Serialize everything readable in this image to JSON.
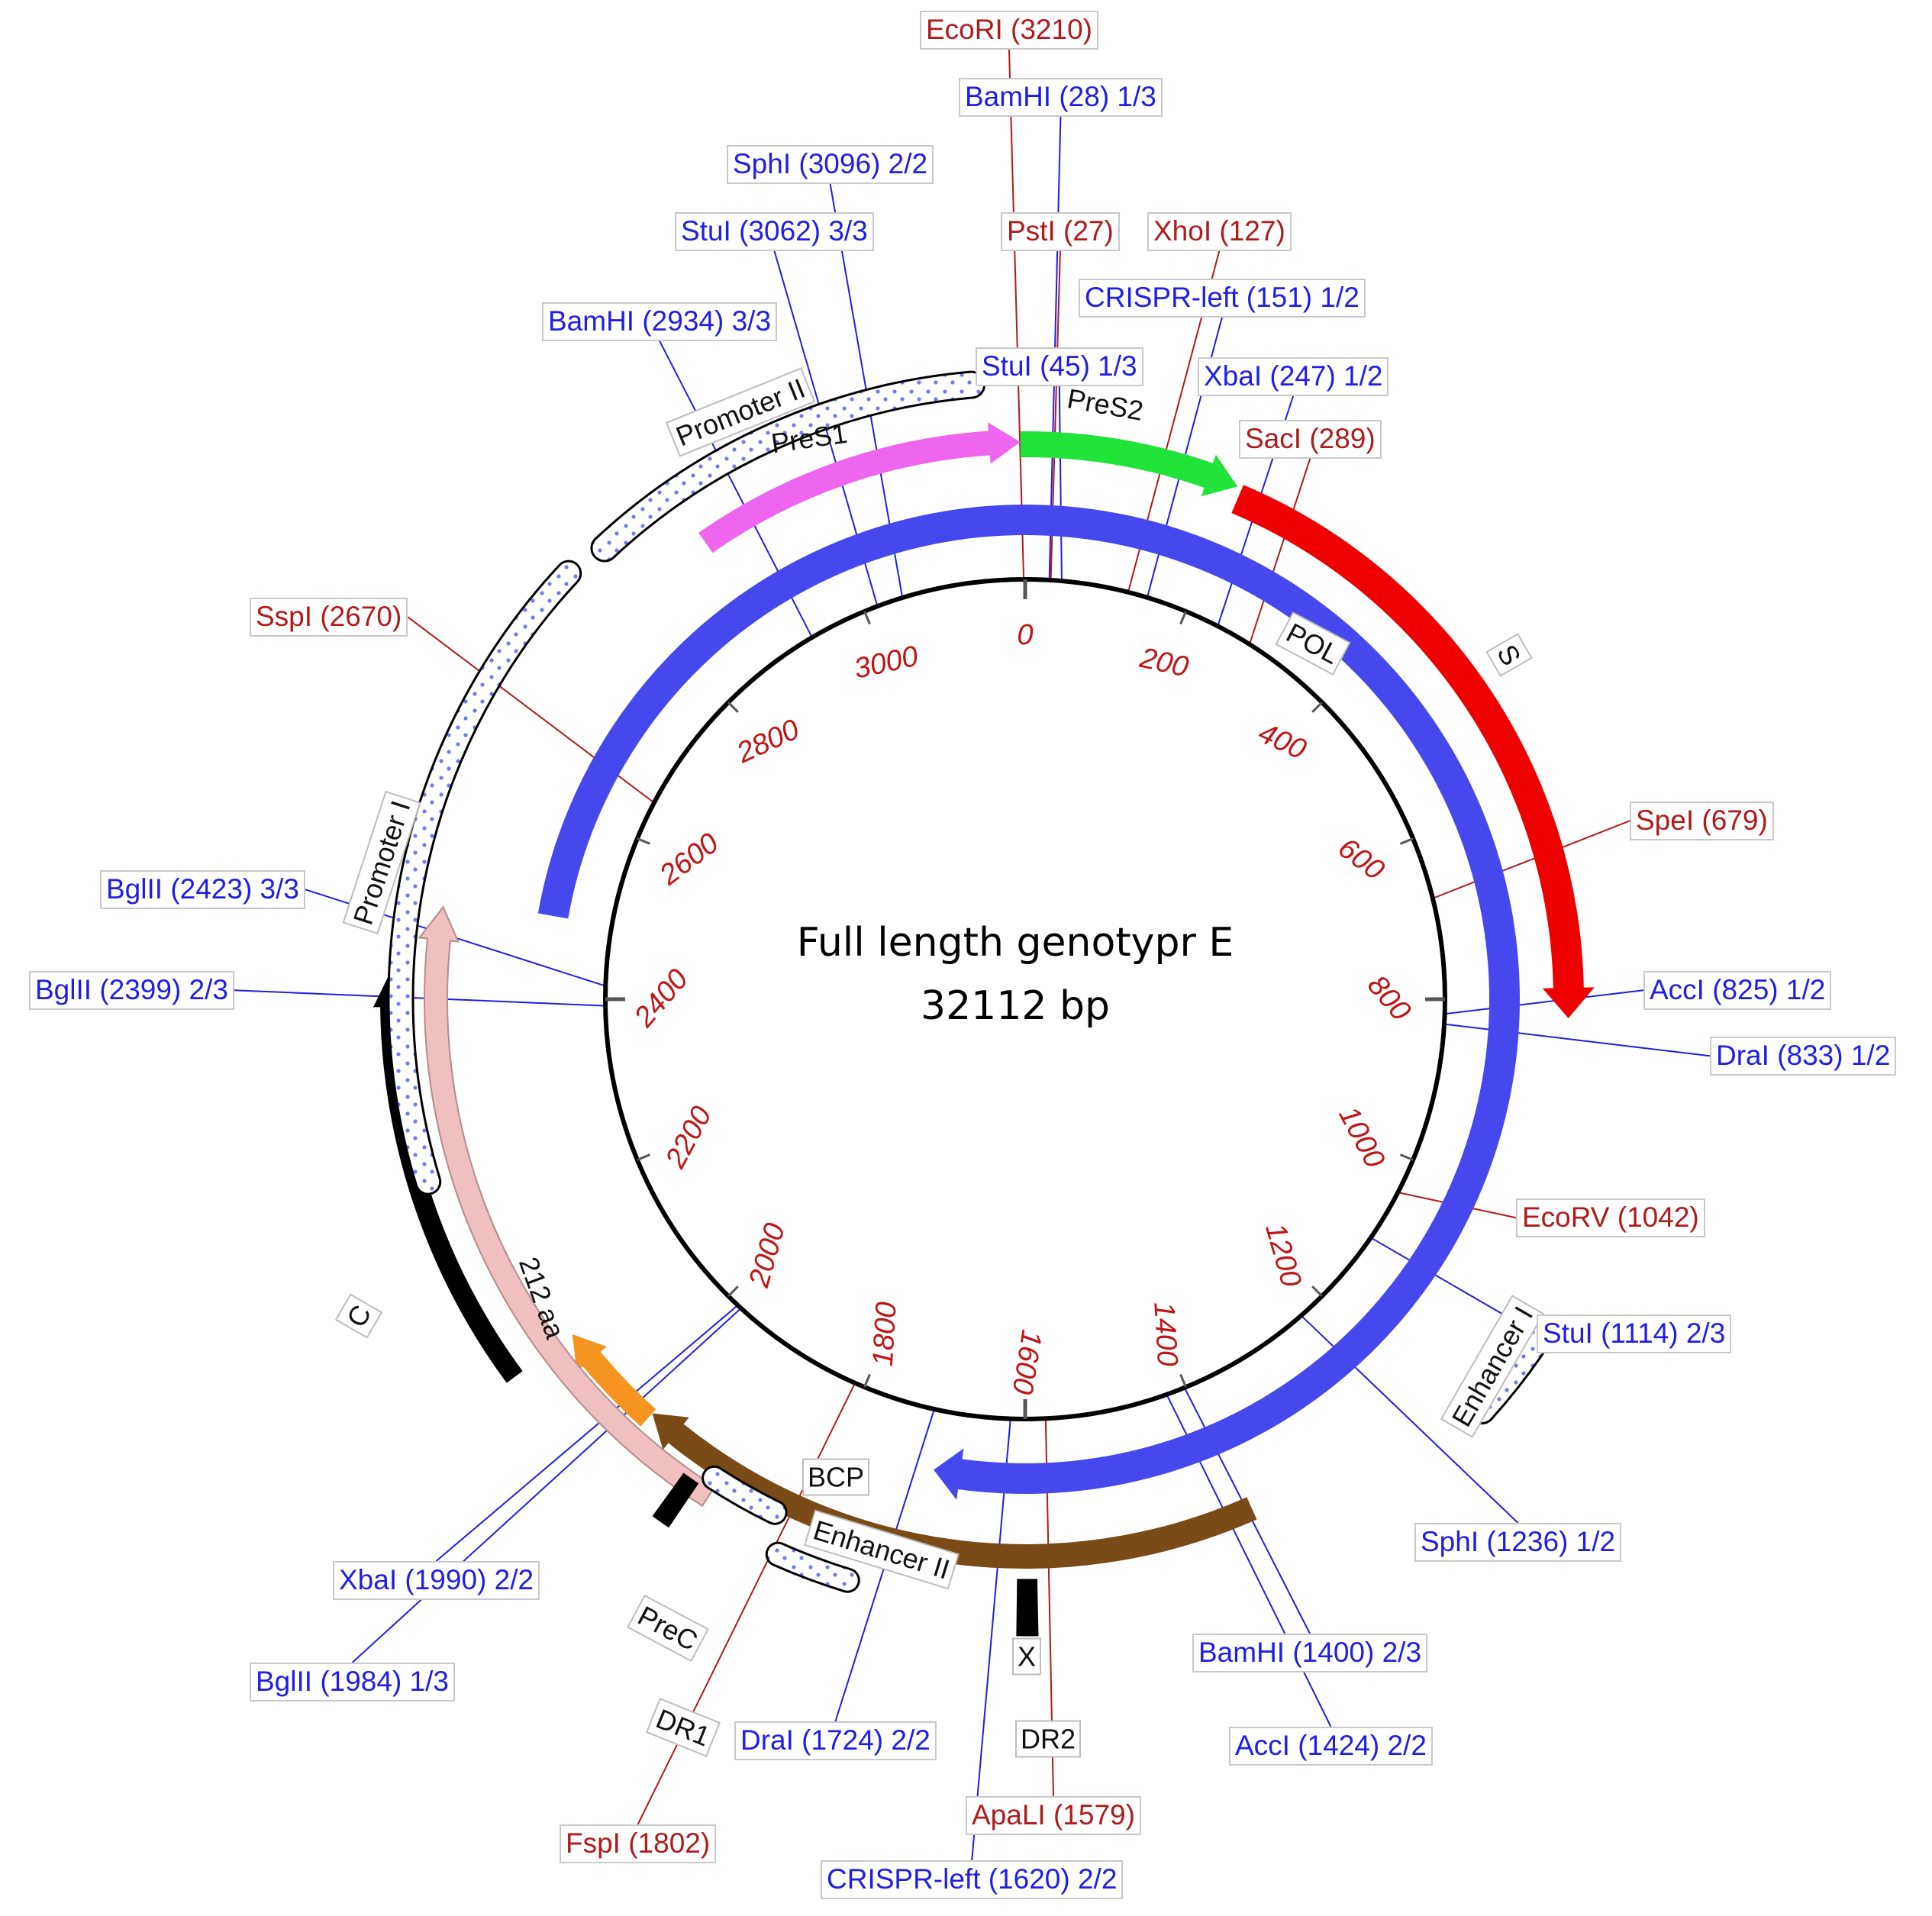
{
  "title": {
    "line1": "Full length genotypr E",
    "line2": "32112 bp"
  },
  "colors": {
    "enzyme_red": "#b01a1a",
    "enzyme_blue": "#1e1ee6",
    "tick_red": "#c01515",
    "pol": "#4747ee",
    "s": "#ee0000",
    "pres1": "#ee66ee",
    "pres2": "#22e33a",
    "c": "#000000",
    "prec": "#f5941f",
    "x": "#7a4a17",
    "protein_212": "#f0c0c0"
  },
  "ticks": [
    "0",
    "200",
    "400",
    "600",
    "800",
    "1000",
    "1200",
    "1400",
    "1600",
    "1800",
    "2000",
    "2200",
    "2400",
    "2600",
    "2800",
    "3000"
  ],
  "sites": [
    {
      "label": "EcoRI (3210)",
      "color": "red"
    },
    {
      "label": "BamHI (28) 1/3",
      "color": "blue"
    },
    {
      "label": "SphI (3096) 2/2",
      "color": "blue"
    },
    {
      "label": "PstI (27)",
      "color": "red"
    },
    {
      "label": "XhoI (127)",
      "color": "red"
    },
    {
      "label": "StuI (3062) 3/3",
      "color": "blue"
    },
    {
      "label": "CRISPR-left (151) 1/2",
      "color": "blue"
    },
    {
      "label": "BamHI (2934) 3/3",
      "color": "blue"
    },
    {
      "label": "StuI (45) 1/3",
      "color": "blue"
    },
    {
      "label": "XbaI (247) 1/2",
      "color": "blue"
    },
    {
      "label": "SacI (289)",
      "color": "red"
    },
    {
      "label": "SspI (2670)",
      "color": "red"
    },
    {
      "label": "SpeI (679)",
      "color": "red"
    },
    {
      "label": "BglII (2423) 3/3",
      "color": "blue"
    },
    {
      "label": "BglII (2399) 2/3",
      "color": "blue"
    },
    {
      "label": "AccI (825) 1/2",
      "color": "blue"
    },
    {
      "label": "DraI (833) 1/2",
      "color": "blue"
    },
    {
      "label": "EcoRV (1042)",
      "color": "red"
    },
    {
      "label": "StuI (1114) 2/3",
      "color": "blue"
    },
    {
      "label": "SphI (1236) 1/2",
      "color": "blue"
    },
    {
      "label": "XbaI (1990) 2/2",
      "color": "blue"
    },
    {
      "label": "BamHI (1400) 2/3",
      "color": "blue"
    },
    {
      "label": "BglII (1984) 1/3",
      "color": "blue"
    },
    {
      "label": "AccI (1424) 2/2",
      "color": "blue"
    },
    {
      "label": "DraI (1724) 2/2",
      "color": "blue"
    },
    {
      "label": "ApaLI (1579)",
      "color": "red"
    },
    {
      "label": "FspI (1802)",
      "color": "red"
    },
    {
      "label": "CRISPR-left (1620) 2/2",
      "color": "blue"
    }
  ],
  "features": {
    "pol": "POL",
    "s": "S",
    "pres1": "PreS1",
    "pres2": "PreS2",
    "promoter1": "Promoter I",
    "promoter2": "Promoter II",
    "enhancer1": "Enhancer I",
    "enhancer2": "Enhancer II",
    "bcp": "BCP",
    "c": "C",
    "prec": "PreC",
    "x": "X",
    "dr1": "DR1",
    "dr2": "DR2",
    "protein_212": "212 aa"
  }
}
